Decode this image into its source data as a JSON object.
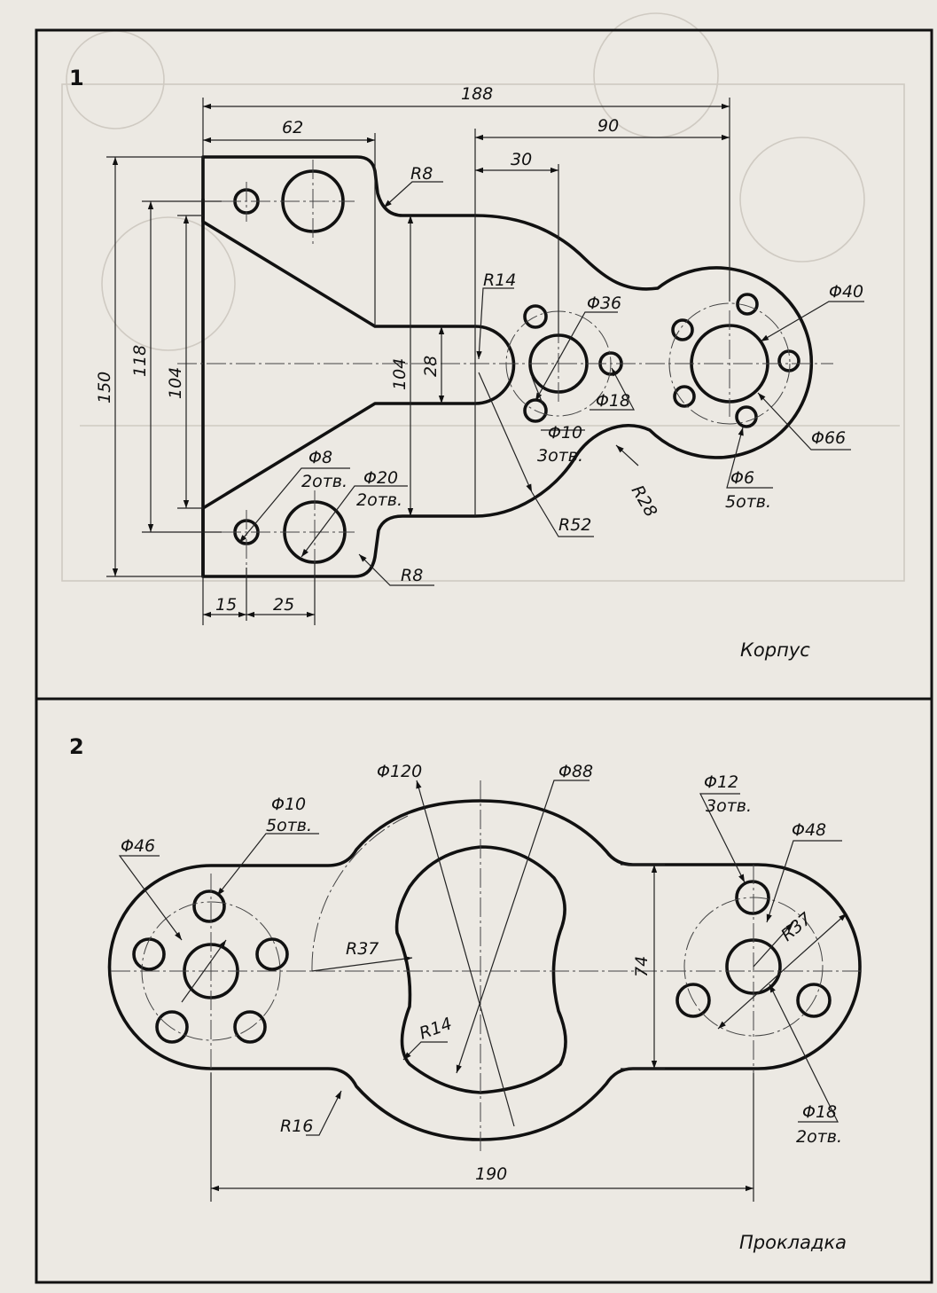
{
  "panels": [
    {
      "number": "1",
      "title": "Корпус",
      "dims": {
        "d188": "188",
        "d62": "62",
        "d90": "90",
        "d30": "30",
        "r8_top": "R8",
        "r14": "R14",
        "phi36": "Φ36",
        "phi40": "Φ40",
        "d150": "150",
        "d118": "118",
        "d104a": "104",
        "d104b": "104",
        "d28": "28",
        "phi18": "Φ18",
        "phi10": "Φ10",
        "holes10": "3отв.",
        "r28": "R28",
        "phi66": "Φ66",
        "phi6": "Φ6",
        "holes6": "5отв.",
        "phi8": "Φ8",
        "holes8": "2отв.",
        "phi20": "Φ20",
        "holes20": "2отв.",
        "r52": "R52",
        "r8_bot": "R8",
        "d15": "15",
        "d25": "25"
      }
    },
    {
      "number": "2",
      "title": "Прокладка",
      "dims": {
        "phi120": "Φ120",
        "phi88": "Φ88",
        "phi10": "Φ10",
        "holes10": "5отв.",
        "phi12": "Φ12",
        "holes12": "3отв.",
        "phi46": "Φ46",
        "phi48": "Φ48",
        "r37a": "R37",
        "r37b": "R37",
        "d74": "74",
        "r14": "R14",
        "r16": "R16",
        "phi18": "Φ18",
        "holes18": "2отв.",
        "d190": "190"
      }
    }
  ]
}
